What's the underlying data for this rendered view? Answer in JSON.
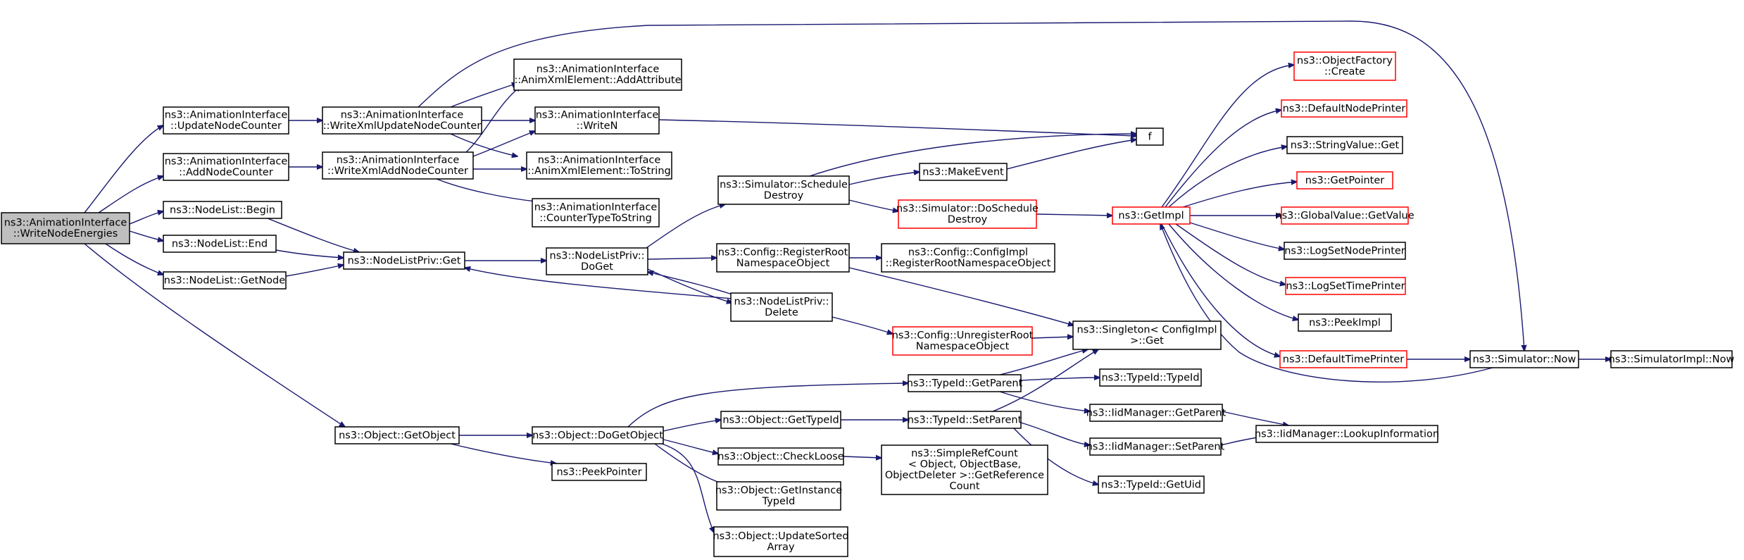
{
  "colors": {
    "edge": "#191970",
    "box_border_black": "#000000",
    "box_border_red": "#ff0000",
    "root_fill": "#bfbfbf",
    "box_fill": "#ffffff"
  },
  "nodes": [
    {
      "id": "n0",
      "lines": [
        "ns3::AnimationInterface",
        "::WriteNodeEnergies"
      ],
      "border": "black",
      "root": true
    },
    {
      "id": "n1",
      "lines": [
        "ns3::AnimationInterface",
        "::UpdateNodeCounter"
      ],
      "border": "black"
    },
    {
      "id": "n2",
      "lines": [
        "ns3::AnimationInterface",
        "::AddNodeCounter"
      ],
      "border": "black"
    },
    {
      "id": "n3",
      "lines": [
        "ns3::NodeList::Begin"
      ],
      "border": "black"
    },
    {
      "id": "n4",
      "lines": [
        "ns3::NodeList::End"
      ],
      "border": "black"
    },
    {
      "id": "n5",
      "lines": [
        "ns3::NodeList::GetNode"
      ],
      "border": "black"
    },
    {
      "id": "n6",
      "lines": [
        "ns3::Object::GetObject"
      ],
      "border": "black"
    },
    {
      "id": "n7",
      "lines": [
        "ns3::AnimationInterface",
        "::WriteXmlUpdateNodeCounter"
      ],
      "border": "black"
    },
    {
      "id": "n8",
      "lines": [
        "ns3::AnimationInterface",
        "::WriteXmlAddNodeCounter"
      ],
      "border": "black"
    },
    {
      "id": "n9",
      "lines": [
        "ns3::NodeListPriv::Get"
      ],
      "border": "black"
    },
    {
      "id": "n10",
      "lines": [
        "ns3::Object::DoGetObject"
      ],
      "border": "black"
    },
    {
      "id": "n11",
      "lines": [
        "ns3::PeekPointer"
      ],
      "border": "black"
    },
    {
      "id": "n12",
      "lines": [
        "ns3::AnimationInterface",
        "::AnimXmlElement::AddAttribute"
      ],
      "border": "black"
    },
    {
      "id": "n13",
      "lines": [
        "ns3::AnimationInterface",
        "::WriteN"
      ],
      "border": "black"
    },
    {
      "id": "n14",
      "lines": [
        "ns3::AnimationInterface",
        "::AnimXmlElement::ToString"
      ],
      "border": "black"
    },
    {
      "id": "n15",
      "lines": [
        "ns3::AnimationInterface",
        "::CounterTypeToString"
      ],
      "border": "black"
    },
    {
      "id": "n16",
      "lines": [
        "ns3::NodeListPriv::",
        "DoGet"
      ],
      "border": "black"
    },
    {
      "id": "n17",
      "lines": [
        "ns3::Simulator::Schedule",
        "Destroy"
      ],
      "border": "black"
    },
    {
      "id": "n18",
      "lines": [
        "ns3::Config::RegisterRoot",
        "NamespaceObject"
      ],
      "border": "black"
    },
    {
      "id": "n19",
      "lines": [
        "ns3::NodeListPriv::",
        "Delete"
      ],
      "border": "black"
    },
    {
      "id": "n20",
      "lines": [
        "ns3::MakeEvent"
      ],
      "border": "black"
    },
    {
      "id": "n21",
      "lines": [
        "ns3::Simulator::DoSchedule",
        "Destroy"
      ],
      "border": "red"
    },
    {
      "id": "n22",
      "lines": [
        "ns3::Config::ConfigImpl",
        "::RegisterRootNamespaceObject"
      ],
      "border": "black"
    },
    {
      "id": "n23",
      "lines": [
        "ns3::Config::UnregisterRoot",
        "NamespaceObject"
      ],
      "border": "red"
    },
    {
      "id": "n24",
      "lines": [
        "f"
      ],
      "border": "black"
    },
    {
      "id": "n25",
      "lines": [
        "ns3::GetImpl"
      ],
      "border": "red"
    },
    {
      "id": "n26",
      "lines": [
        "ns3::Singleton< ConfigImpl",
        " >::Get"
      ],
      "border": "black"
    },
    {
      "id": "n27",
      "lines": [
        "ns3::ObjectFactory",
        "::Create"
      ],
      "border": "red"
    },
    {
      "id": "n28",
      "lines": [
        "ns3::DefaultNodePrinter"
      ],
      "border": "red"
    },
    {
      "id": "n29",
      "lines": [
        "ns3::StringValue::Get"
      ],
      "border": "black"
    },
    {
      "id": "n30",
      "lines": [
        "ns3::GetPointer"
      ],
      "border": "red"
    },
    {
      "id": "n31",
      "lines": [
        "ns3::GlobalValue::GetValue"
      ],
      "border": "red"
    },
    {
      "id": "n32",
      "lines": [
        "ns3::LogSetNodePrinter"
      ],
      "border": "black"
    },
    {
      "id": "n33",
      "lines": [
        "ns3::LogSetTimePrinter"
      ],
      "border": "red"
    },
    {
      "id": "n34",
      "lines": [
        "ns3::PeekImpl"
      ],
      "border": "black"
    },
    {
      "id": "n35",
      "lines": [
        "ns3::DefaultTimePrinter"
      ],
      "border": "red"
    },
    {
      "id": "n36",
      "lines": [
        "ns3::Simulator::Now"
      ],
      "border": "black"
    },
    {
      "id": "n37",
      "lines": [
        "ns3::SimulatorImpl::Now"
      ],
      "border": "black"
    },
    {
      "id": "n38",
      "lines": [
        "ns3::TypeId::GetParent"
      ],
      "border": "black"
    },
    {
      "id": "n39",
      "lines": [
        "ns3::TypeId::TypeId"
      ],
      "border": "black"
    },
    {
      "id": "n40",
      "lines": [
        "ns3::IidManager::GetParent"
      ],
      "border": "black"
    },
    {
      "id": "n41",
      "lines": [
        "ns3::Object::GetTypeId"
      ],
      "border": "black"
    },
    {
      "id": "n42",
      "lines": [
        "ns3::TypeId::SetParent"
      ],
      "border": "black"
    },
    {
      "id": "n43",
      "lines": [
        "ns3::IidManager::LookupInformation"
      ],
      "border": "black"
    },
    {
      "id": "n44",
      "lines": [
        "ns3::IidManager::SetParent"
      ],
      "border": "black"
    },
    {
      "id": "n45",
      "lines": [
        "ns3::TypeId::GetUid"
      ],
      "border": "black"
    },
    {
      "id": "n46",
      "lines": [
        "ns3::Object::CheckLoose"
      ],
      "border": "black"
    },
    {
      "id": "n47",
      "lines": [
        "ns3::SimpleRefCount",
        "< Object, ObjectBase,",
        " ObjectDeleter >::GetReference",
        "Count"
      ],
      "border": "black"
    },
    {
      "id": "n48",
      "lines": [
        "ns3::Object::GetInstance",
        "TypeId"
      ],
      "border": "black"
    },
    {
      "id": "n49",
      "lines": [
        "ns3::Object::UpdateSorted",
        "Array"
      ],
      "border": "black"
    }
  ],
  "edges": [
    {
      "from": "n0",
      "to": "n1"
    },
    {
      "from": "n0",
      "to": "n2"
    },
    {
      "from": "n0",
      "to": "n3"
    },
    {
      "from": "n0",
      "to": "n4"
    },
    {
      "from": "n0",
      "to": "n5"
    },
    {
      "from": "n0",
      "to": "n6"
    },
    {
      "from": "n1",
      "to": "n7"
    },
    {
      "from": "n2",
      "to": "n8"
    },
    {
      "from": "n3",
      "to": "n9"
    },
    {
      "from": "n4",
      "to": "n9"
    },
    {
      "from": "n5",
      "to": "n9"
    },
    {
      "from": "n6",
      "to": "n10"
    },
    {
      "from": "n6",
      "to": "n11"
    },
    {
      "from": "n7",
      "to": "n12"
    },
    {
      "from": "n7",
      "to": "n13"
    },
    {
      "from": "n7",
      "to": "n14"
    },
    {
      "from": "n7",
      "to": "n36"
    },
    {
      "from": "n8",
      "to": "n12"
    },
    {
      "from": "n8",
      "to": "n13"
    },
    {
      "from": "n8",
      "to": "n14"
    },
    {
      "from": "n8",
      "to": "n15"
    },
    {
      "from": "n9",
      "to": "n16"
    },
    {
      "from": "n10",
      "to": "n38"
    },
    {
      "from": "n10",
      "to": "n41"
    },
    {
      "from": "n10",
      "to": "n46"
    },
    {
      "from": "n10",
      "to": "n48"
    },
    {
      "from": "n10",
      "to": "n49"
    },
    {
      "from": "n13",
      "to": "n24"
    },
    {
      "from": "n16",
      "to": "n17"
    },
    {
      "from": "n16",
      "to": "n18"
    },
    {
      "from": "n16",
      "to": "n19"
    },
    {
      "from": "n17",
      "to": "n20"
    },
    {
      "from": "n17",
      "to": "n21"
    },
    {
      "from": "n17",
      "to": "n24"
    },
    {
      "from": "n18",
      "to": "n22"
    },
    {
      "from": "n18",
      "to": "n26"
    },
    {
      "from": "n19",
      "to": "n9"
    },
    {
      "from": "n19",
      "to": "n16"
    },
    {
      "from": "n19",
      "to": "n23"
    },
    {
      "from": "n20",
      "to": "n24"
    },
    {
      "from": "n21",
      "to": "n25"
    },
    {
      "from": "n23",
      "to": "n26"
    },
    {
      "from": "n25",
      "to": "n27"
    },
    {
      "from": "n25",
      "to": "n28"
    },
    {
      "from": "n25",
      "to": "n29"
    },
    {
      "from": "n25",
      "to": "n30"
    },
    {
      "from": "n25",
      "to": "n31"
    },
    {
      "from": "n25",
      "to": "n32"
    },
    {
      "from": "n25",
      "to": "n33"
    },
    {
      "from": "n25",
      "to": "n34"
    },
    {
      "from": "n25",
      "to": "n35"
    },
    {
      "from": "n35",
      "to": "n36"
    },
    {
      "from": "n36",
      "to": "n25"
    },
    {
      "from": "n36",
      "to": "n37"
    },
    {
      "from": "n38",
      "to": "n39"
    },
    {
      "from": "n38",
      "to": "n40"
    },
    {
      "from": "n38",
      "to": "n26"
    },
    {
      "from": "n40",
      "to": "n43"
    },
    {
      "from": "n41",
      "to": "n42"
    },
    {
      "from": "n42",
      "to": "n44"
    },
    {
      "from": "n42",
      "to": "n45"
    },
    {
      "from": "n42",
      "to": "n26"
    },
    {
      "from": "n44",
      "to": "n43"
    },
    {
      "from": "n46",
      "to": "n47"
    }
  ]
}
